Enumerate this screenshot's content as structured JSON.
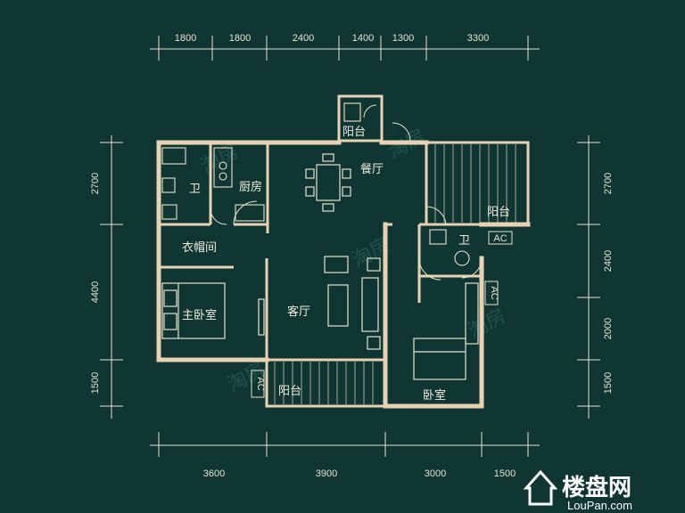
{
  "dimensions": {
    "top": [
      "1800",
      "1800",
      "2400",
      "1400",
      "1300",
      "3300"
    ],
    "bottom": [
      "3600",
      "3900",
      "3000",
      "1500"
    ],
    "left": [
      "2700",
      "4400",
      "1500"
    ],
    "right": [
      "2700",
      "2400",
      "2000",
      "1500"
    ]
  },
  "rooms": {
    "balcony_top": "阳台",
    "dining": "餐厅",
    "bath_left": "卫",
    "kitchen": "厨房",
    "balcony_right": "阳台",
    "bath_right": "卫",
    "cloakroom": "衣帽间",
    "master_bedroom": "主卧室",
    "living": "客厅",
    "balcony_bottom": "阳台",
    "bedroom": "卧室"
  },
  "equipment": {
    "ac_label_1": "AC",
    "ac_label_2": "AC",
    "ac_label_3": "AC"
  },
  "watermark": {
    "brand": "楼盘网",
    "url": "LouPan.com",
    "ghost": "淘房"
  },
  "colors": {
    "background": "#0f3633",
    "wall": "#e8d2b4",
    "line": "#e9e2cf"
  }
}
